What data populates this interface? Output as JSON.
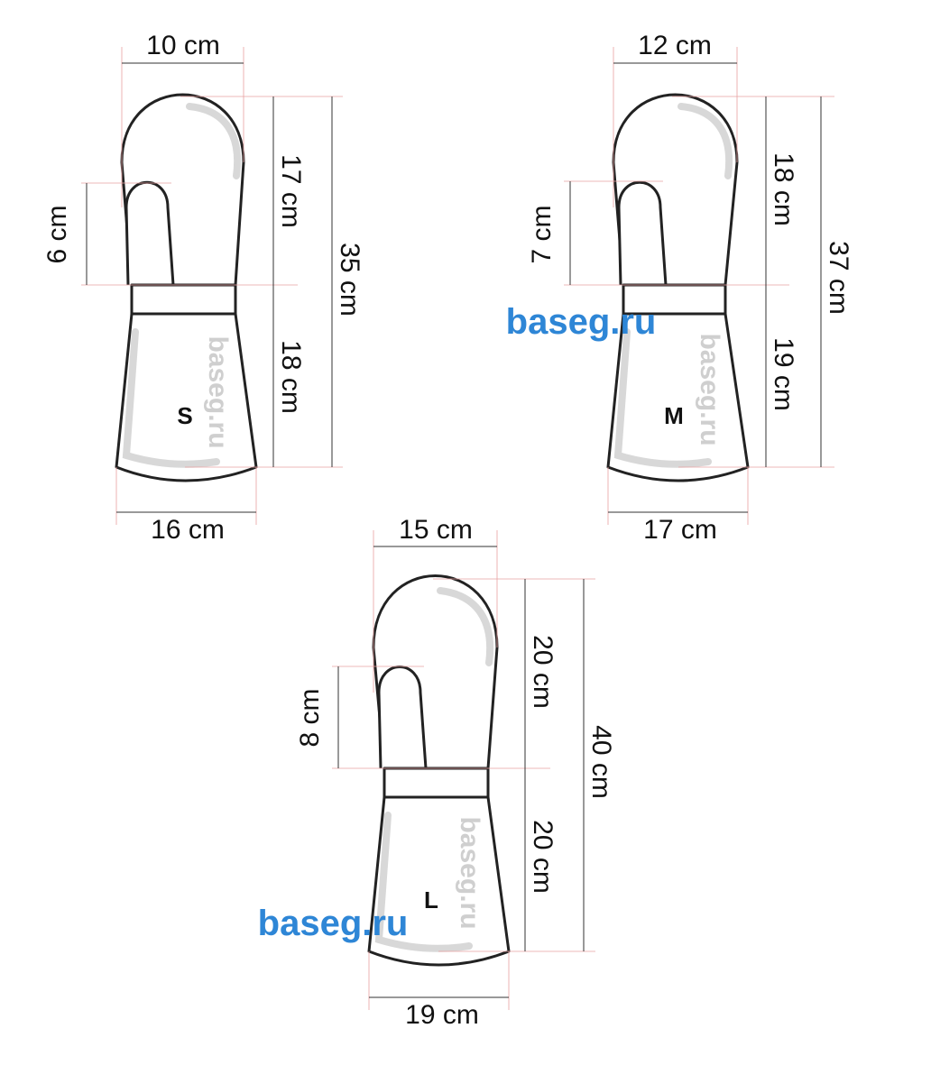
{
  "mittens": [
    {
      "id": "s",
      "size": "S",
      "labels": {
        "top_width": "10 cm",
        "thumb": "6 cm",
        "hand": "17 cm",
        "cuff": "18 cm",
        "total": "35 cm",
        "bottom_width": "16 cm"
      }
    },
    {
      "id": "m",
      "size": "M",
      "labels": {
        "top_width": "12 cm",
        "thumb": "7 cm",
        "hand": "18 cm",
        "cuff": "19 cm",
        "total": "37 cm",
        "bottom_width": "17 cm"
      }
    },
    {
      "id": "l",
      "size": "L",
      "labels": {
        "top_width": "15 cm",
        "thumb": "8 cm",
        "hand": "20 cm",
        "cuff": "20 cm",
        "total": "40 cm",
        "bottom_width": "19 cm"
      }
    }
  ],
  "watermarks": {
    "grey": "baseg.ru",
    "blue_1": "baseg.ru",
    "blue_2": "baseg.ru"
  },
  "colors": {
    "outline": "#222222",
    "guide": "#e8a0a0",
    "watermark_blue": "#2e86d6",
    "watermark_grey": "#cfcfcf"
  }
}
